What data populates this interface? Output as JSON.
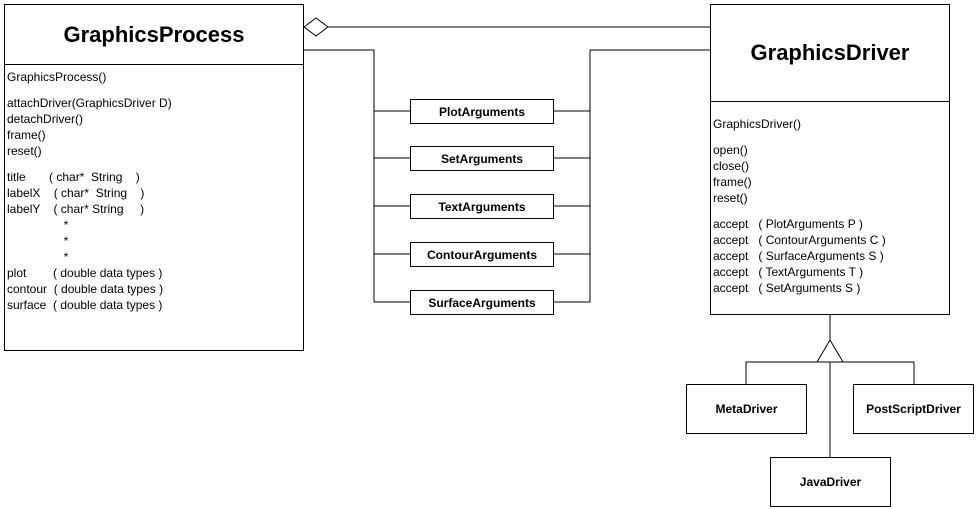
{
  "graphics_process": {
    "name": "GraphicsProcess",
    "members": [
      "GraphicsProcess()",
      "",
      "attachDriver(GraphicsDriver D)",
      "detachDriver()",
      "frame()",
      "reset()",
      "",
      "title       ( char*  String    )",
      "labelX    ( char*  String    )",
      "labelY    ( char* String     )",
      "                 *",
      "                 *",
      "                 *",
      "plot        ( double data types )",
      "contour  ( double data types )",
      "surface  ( double data types )"
    ]
  },
  "graphics_driver": {
    "name": "GraphicsDriver",
    "members": [
      "GraphicsDriver()",
      "",
      "open()",
      "close()",
      "frame()",
      "reset()",
      "",
      "accept   ( PlotArguments P )",
      "accept   ( ContourArguments C )",
      "accept   ( SurfaceArguments S )",
      "accept   ( TextArguments T )",
      "accept   ( SetArguments S )"
    ]
  },
  "arguments": [
    "PlotArguments",
    "SetArguments",
    "TextArguments",
    "ContourArguments",
    "SurfaceArguments"
  ],
  "subclasses": {
    "meta": "MetaDriver",
    "postscript": "PostScriptDriver",
    "java": "JavaDriver"
  }
}
